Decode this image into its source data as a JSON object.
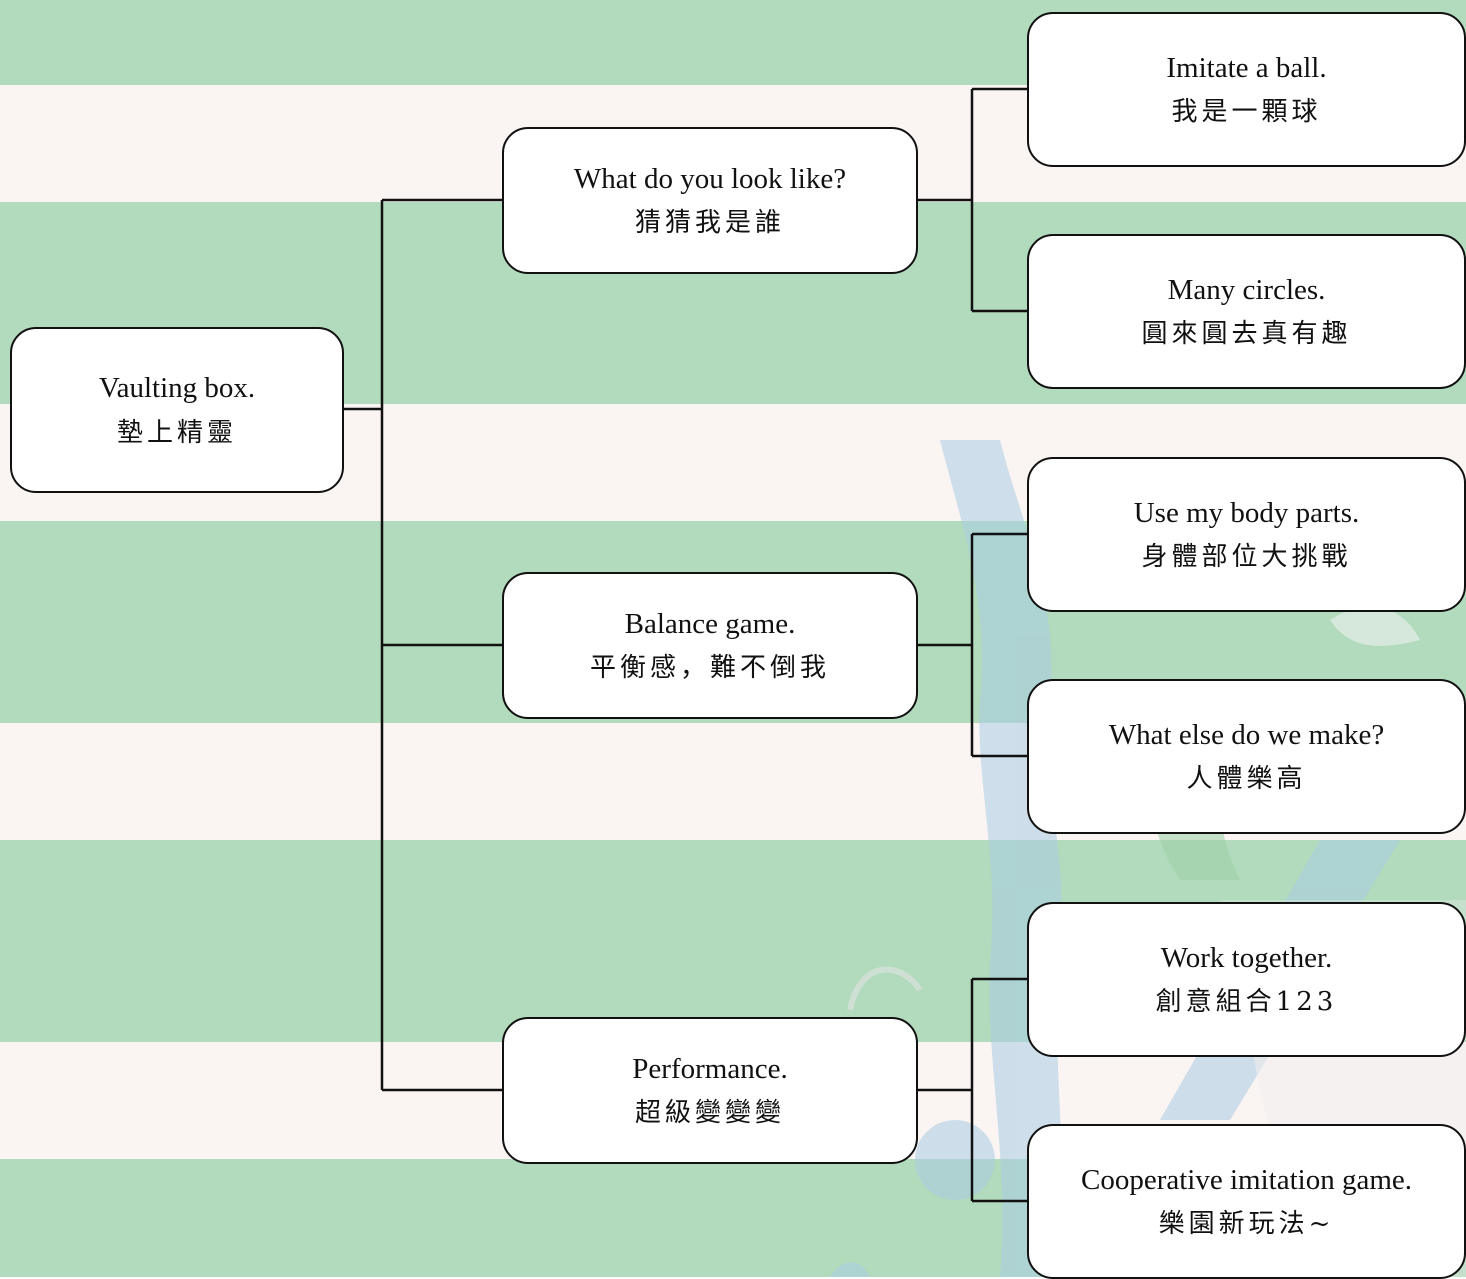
{
  "colors": {
    "stripe_green": "#b2dabc",
    "stripe_pink": "#faf4f3",
    "node_fill": "#ffffff",
    "node_border": "#111111",
    "connector": "#111111",
    "photo_blue": "#a9cde3",
    "photo_green": "#9fd0a8"
  },
  "background": {
    "decoration": "faded-athlete-photo-collage"
  },
  "root": {
    "en": "Vaulting box.",
    "zh": "墊上精靈"
  },
  "branches": [
    {
      "en": "What do you look like?",
      "zh": "猜猜我是誰",
      "children": [
        {
          "en": "Imitate a ball.",
          "zh": "我是一顆球"
        },
        {
          "en": "Many circles.",
          "zh": "圓來圓去真有趣"
        }
      ]
    },
    {
      "en": "Balance game.",
      "zh": "平衡感，難不倒我",
      "children": [
        {
          "en": "Use my body parts.",
          "zh": "身體部位大挑戰"
        },
        {
          "en": "What else do we make?",
          "zh": "人體樂高"
        }
      ]
    },
    {
      "en": "Performance.",
      "zh": "超級變變變",
      "children": [
        {
          "en": "Work together.",
          "zh": "創意組合123"
        },
        {
          "en": "Cooperative imitation game.",
          "zh": "樂園新玩法~"
        }
      ]
    }
  ]
}
